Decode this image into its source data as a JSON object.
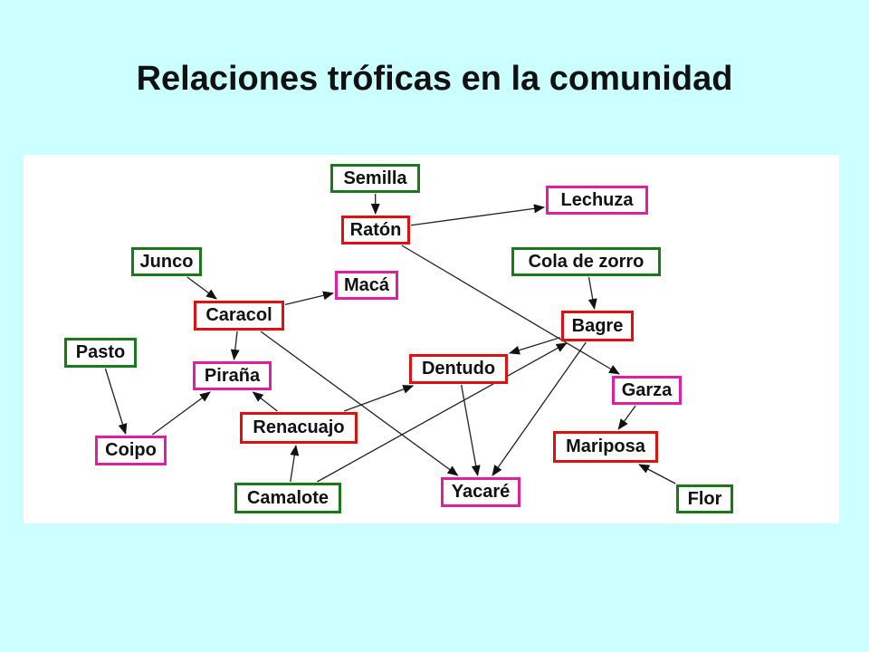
{
  "title": "Relaciones tróficas en la comunidad",
  "colors": {
    "background": "#ccffff",
    "panel": "#ffffff",
    "producer_border": "#1a7a1a",
    "consumer_border": "#e01010",
    "top_border": "#e020a0",
    "arrow": "#222222"
  },
  "nodes": [
    {
      "id": "semilla",
      "label": "Semilla",
      "role": "producer"
    },
    {
      "id": "lechuza",
      "label": "Lechuza",
      "role": "top"
    },
    {
      "id": "raton",
      "label": "Ratón",
      "role": "consumer"
    },
    {
      "id": "junco",
      "label": "Junco",
      "role": "producer"
    },
    {
      "id": "cola",
      "label": "Cola de zorro",
      "role": "producer"
    },
    {
      "id": "maca",
      "label": "Macá",
      "role": "top"
    },
    {
      "id": "caracol",
      "label": "Caracol",
      "role": "consumer"
    },
    {
      "id": "bagre",
      "label": "Bagre",
      "role": "consumer"
    },
    {
      "id": "pasto",
      "label": "Pasto",
      "role": "producer"
    },
    {
      "id": "dentudo",
      "label": "Dentudo",
      "role": "consumer"
    },
    {
      "id": "pirana",
      "label": "Piraña",
      "role": "top"
    },
    {
      "id": "garza",
      "label": "Garza",
      "role": "top"
    },
    {
      "id": "renacuajo",
      "label": "Renacuajo",
      "role": "consumer"
    },
    {
      "id": "mariposa",
      "label": "Mariposa",
      "role": "consumer"
    },
    {
      "id": "coipo",
      "label": "Coipo",
      "role": "top"
    },
    {
      "id": "camalote",
      "label": "Camalote",
      "role": "producer"
    },
    {
      "id": "yacare",
      "label": "Yacaré",
      "role": "top"
    },
    {
      "id": "flor",
      "label": "Flor",
      "role": "producer"
    }
  ],
  "edges": [
    {
      "from": "semilla",
      "to": "raton"
    },
    {
      "from": "raton",
      "to": "lechuza"
    },
    {
      "from": "raton",
      "to": "garza"
    },
    {
      "from": "junco",
      "to": "caracol"
    },
    {
      "from": "caracol",
      "to": "maca"
    },
    {
      "from": "caracol",
      "to": "pirana"
    },
    {
      "from": "caracol",
      "to": "yacare"
    },
    {
      "from": "cola",
      "to": "bagre"
    },
    {
      "from": "bagre",
      "to": "dentudo"
    },
    {
      "from": "bagre",
      "to": "yacare"
    },
    {
      "from": "pasto",
      "to": "coipo"
    },
    {
      "from": "coipo",
      "to": "pirana"
    },
    {
      "from": "renacuajo",
      "to": "pirana"
    },
    {
      "from": "renacuajo",
      "to": "dentudo"
    },
    {
      "from": "camalote",
      "to": "renacuajo"
    },
    {
      "from": "camalote",
      "to": "bagre"
    },
    {
      "from": "dentudo",
      "to": "yacare"
    },
    {
      "from": "garza",
      "to": "mariposa"
    },
    {
      "from": "flor",
      "to": "mariposa"
    }
  ]
}
